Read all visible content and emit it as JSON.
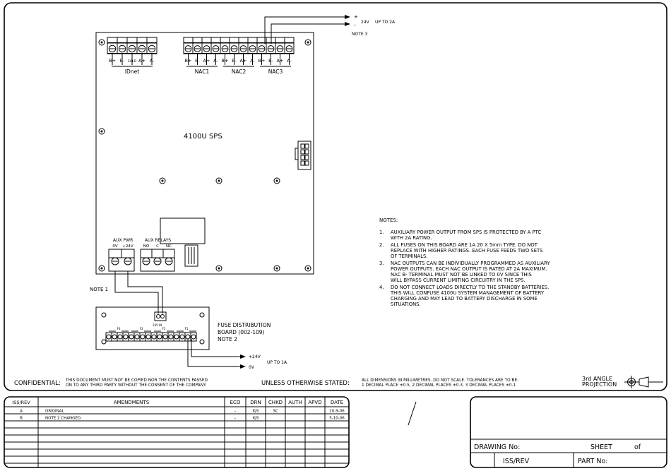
{
  "board": {
    "title": "4100U SPS",
    "idnet_terminals": [
      "B+",
      "B-",
      "SHLD",
      "A+",
      "A-"
    ],
    "idnet_label": "IDnet",
    "nac_terminals": [
      "B+",
      "B-",
      "A+",
      "A-",
      "B+",
      "B-",
      "A+",
      "A-",
      "B+",
      "B-",
      "A+",
      "A-"
    ],
    "nac_labels": [
      "NAC1",
      "NAC2",
      "NAC3"
    ],
    "aux_pwr_label": "AUX PWR",
    "aux_pwr_terminals": [
      "0V",
      "+24V"
    ],
    "aux_relays_label": "AUX RELAYS",
    "aux_relay_terminals": [
      "NO",
      "C",
      "NC"
    ]
  },
  "nac_output": {
    "plus": "+",
    "minus": "-",
    "voltage": "24V",
    "rating": "UP TO 2A",
    "note": "NOTE 3"
  },
  "note1": "NOTE 1",
  "fuse_board": {
    "line1": "FUSE DISTRIBUTION",
    "line2": "BOARD (002-109)",
    "line3": "NOTE 2",
    "fuse_labels": [
      "F4",
      "F3",
      "F2",
      "F1"
    ],
    "input_label": "24V IN",
    "out_plus": "+24V",
    "out_rating": "UP TO 1A",
    "out_zero": "0V"
  },
  "notes": {
    "heading": "NOTES:",
    "items": [
      {
        "num": "1.",
        "lines": [
          "AUXILIARY POWER OUTPUT FROM SPS IS PROTECTED BY A PTC",
          "WITH 2A RATING."
        ]
      },
      {
        "num": "2.",
        "lines": [
          "ALL FUSES ON THIS BOARD ARE 1A 20 X 5mm TYPE. DO NOT",
          "REPLACE WITH HIGHER RATINGS. EACH FUSE FEEDS TWO SETS",
          "OF TERMINALS."
        ]
      },
      {
        "num": "3.",
        "lines": [
          "NAC OUTPUTS CAN BE INDIVIDUALLY PROGRAMMED AS AUXILIARY",
          "POWER OUTPUTS. EACH NAC OUTPUT IS RATED AT 2A MAXIMUM.",
          "NAC B- TERMINAL MUST NOT BE LINKED TO 0V SINCE THIS",
          "WILL BYPASS CURRENT LIMITING CIRCUITRY IN THE SPS."
        ]
      },
      {
        "num": "4.",
        "lines": [
          "DO NOT CONNECT LOADS DIRECTLY TO THE STANDBY BATTERIES.",
          "THIS WILL CONFUSE  4100U SYSTEM MANAGEMENT OF BATTERY",
          "CHARGING AND MAY LEAD TO BATTERY DISCHARGE IN SOME",
          "SITUATIONS."
        ]
      }
    ]
  },
  "footer": {
    "confidential_label": "CONFIDENTIAL:",
    "confidential_text": [
      "THIS DOCUMENT MUST NOT BE COPIED NOR THE CONTENTS PASSED",
      "ON TO ANY THIRD PARTY WITHOUT THE CONSENT OF THE COMPANY."
    ],
    "unless_label": "UNLESS OTHERWISE STATED:",
    "unless_text": [
      "ALL DIMENSIONS IN MILLIMETRES. DO NOT SCALE. TOLERANCES ARE TO BE:",
      "1 DECIMAL PLACE ±0.5, 2 DECIMAL PLACES ±0.3, 3 DECIMAL PLACES ±0.1"
    ],
    "projection": [
      "3rd ANGLE",
      "PROJECTION"
    ]
  },
  "amendments": {
    "headers": [
      "ISS/REV",
      "AMENDMENTS",
      "ECO",
      "DRN",
      "CHKD",
      "AUTH",
      "APVD",
      "DATE"
    ],
    "rows": [
      [
        "A",
        "ORIGINAL",
        "–",
        "KJS",
        "SC",
        "",
        "",
        "20-9-06"
      ],
      [
        "B",
        "NOTE 2 CHANGED.",
        "–",
        "KJS",
        "",
        "",
        "",
        "5-10-06"
      ]
    ]
  },
  "titleblock": {
    "drawing_no": "DRAWING No:",
    "sheet": "SHEET",
    "of": "of",
    "iss_rev": "ISS/REV",
    "part_no": "PART No:"
  }
}
